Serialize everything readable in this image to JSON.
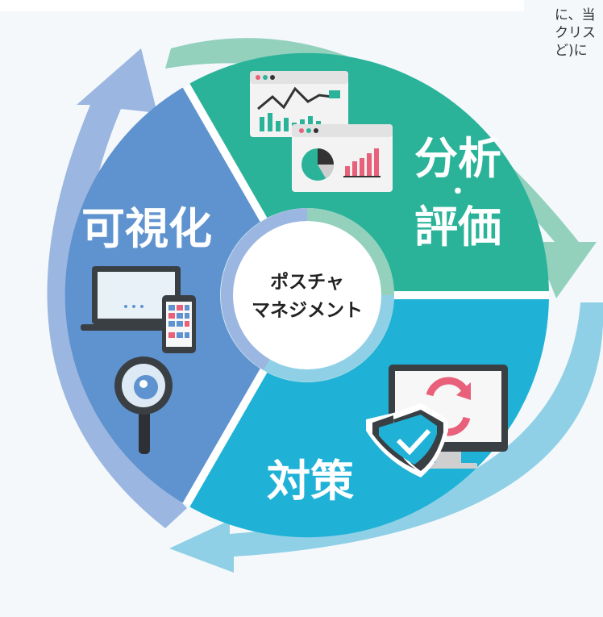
{
  "side_text": [
    "に、当",
    "クリス",
    "ど)に"
  ],
  "center": {
    "line1": "ポスチャ",
    "line2": "マネジメント"
  },
  "segments": {
    "analysis": {
      "line1": "分析",
      "dot": "・",
      "line2": "評価",
      "color": "#2bb39a"
    },
    "countermeasure": {
      "label": "対策",
      "color": "#1fb2d6"
    },
    "visualization": {
      "label": "可視化",
      "color": "#5f93cf"
    }
  },
  "arrow_colors": {
    "green": "#93d1bd",
    "cyan": "#8fd0e6",
    "blue": "#9bb6e0"
  },
  "icons": {
    "analysis": [
      "line-chart-window-icon",
      "pie-bar-chart-window-icon"
    ],
    "countermeasure": [
      "monitor-refresh-icon",
      "security-shield-check-icon"
    ],
    "visualization": [
      "laptop-icon",
      "tablet-icon",
      "magnifier-icon"
    ]
  }
}
